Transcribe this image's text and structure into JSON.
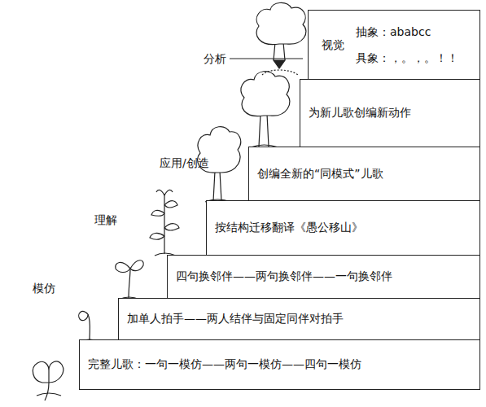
{
  "diagram": {
    "nodes": [
      {
        "text": [
          "视觉",
          "抽象：ababcc",
          "具象：，。，。！！"
        ]
      },
      {
        "text": [
          "为新儿歌创编新动作"
        ]
      },
      {
        "text": [
          "创编全新的“同模式”儿歌"
        ]
      },
      {
        "text": [
          "按结构迁移翻译《愚公移山》"
        ]
      },
      {
        "text": [
          "四句换邻伴——两句换邻伴——一句换邻伴"
        ]
      },
      {
        "text": [
          "加单人拍手——两人结伴与固定同伴对拍手"
        ]
      },
      {
        "text": [
          "完整儿歌：一句一模仿——两句一模仿——四句一模仿"
        ]
      }
    ],
    "labels": [
      "分析",
      "应用/创造",
      "理解",
      "模仿"
    ]
  }
}
